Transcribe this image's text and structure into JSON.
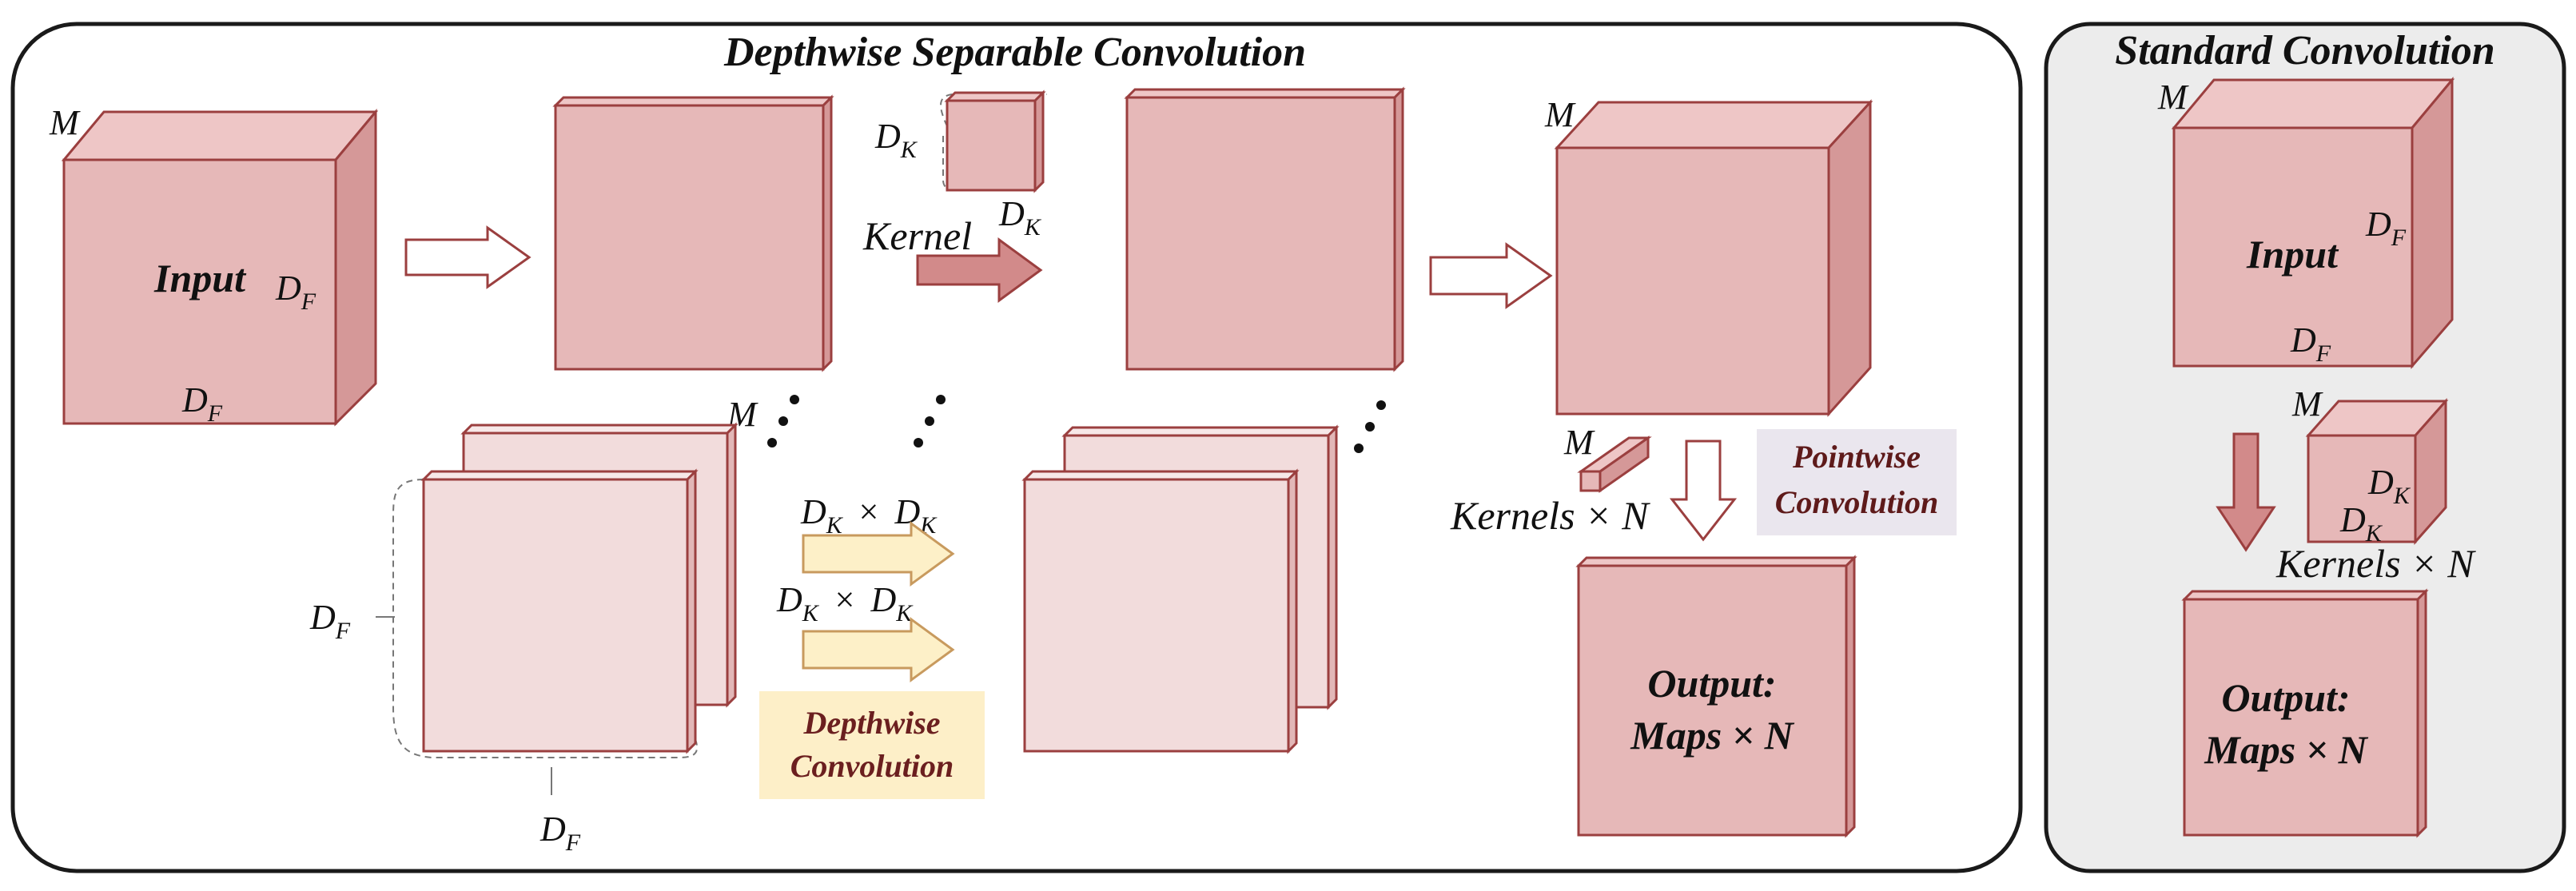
{
  "depthwise_panel": {
    "title": "Depthwise Separable Convolution",
    "input_label": "Input",
    "input_m": "M",
    "input_df_right": {
      "main": "D",
      "sub": "F"
    },
    "input_df_bottom": {
      "main": "D",
      "sub": "F"
    },
    "kernel_dk_left": {
      "main": "D",
      "sub": "K"
    },
    "kernel_dk_bottom": {
      "main": "D",
      "sub": "K"
    },
    "kernel_label": "Kernel",
    "m_label_stack": "M",
    "df_left": {
      "main": "D",
      "sub": "F"
    },
    "df_bottom": {
      "main": "D",
      "sub": "F"
    },
    "dk_x_dk_1": {
      "a": "D",
      "a_sub": "K",
      "times": "×",
      "b": "D",
      "b_sub": "K"
    },
    "dk_x_dk_2": {
      "a": "D",
      "a_sub": "K",
      "times": "×",
      "b": "D",
      "b_sub": "K"
    },
    "depthwise_badge_line1": "Depthwise",
    "depthwise_badge_line2": "Convolution",
    "output_m": "M",
    "pointwise_m": "M",
    "pointwise_kernels": "Kernels × N",
    "pointwise_badge_line1": "Pointwise",
    "pointwise_badge_line2": "Convolution",
    "output_line1": "Output:",
    "output_line2": "Maps × N"
  },
  "standard_panel": {
    "title": "Standard Convolution",
    "input_m": "M",
    "input_label": "Input",
    "input_df_right": {
      "main": "D",
      "sub": "F"
    },
    "input_df_bottom": {
      "main": "D",
      "sub": "F"
    },
    "kernel_m": "M",
    "kernel_dk_right": {
      "main": "D",
      "sub": "K"
    },
    "kernel_dk_bottom": {
      "main": "D",
      "sub": "K"
    },
    "kernels_label": "Kernels × N",
    "output_line1": "Output:",
    "output_line2": "Maps × N"
  },
  "colors": {
    "cube_face": "#e4b5b5",
    "cube_front": "#e6b8b8",
    "cube_top": "#eec6c6",
    "cube_side": "#d59898",
    "cube_stroke": "#9b3f3f",
    "light_face": "#f2dcdc",
    "arrow_fill_kernel": "#d28a8a",
    "arrow_fill_yellow": "#fdf0c8",
    "arrow_stroke_yellow": "#c89a5e",
    "badge_depthwise_bg": "#fdefc8",
    "badge_pointwise_bg": "#eae6ee",
    "standard_panel_bg": "#ececec",
    "panel_stroke": "#1a1a1a"
  }
}
